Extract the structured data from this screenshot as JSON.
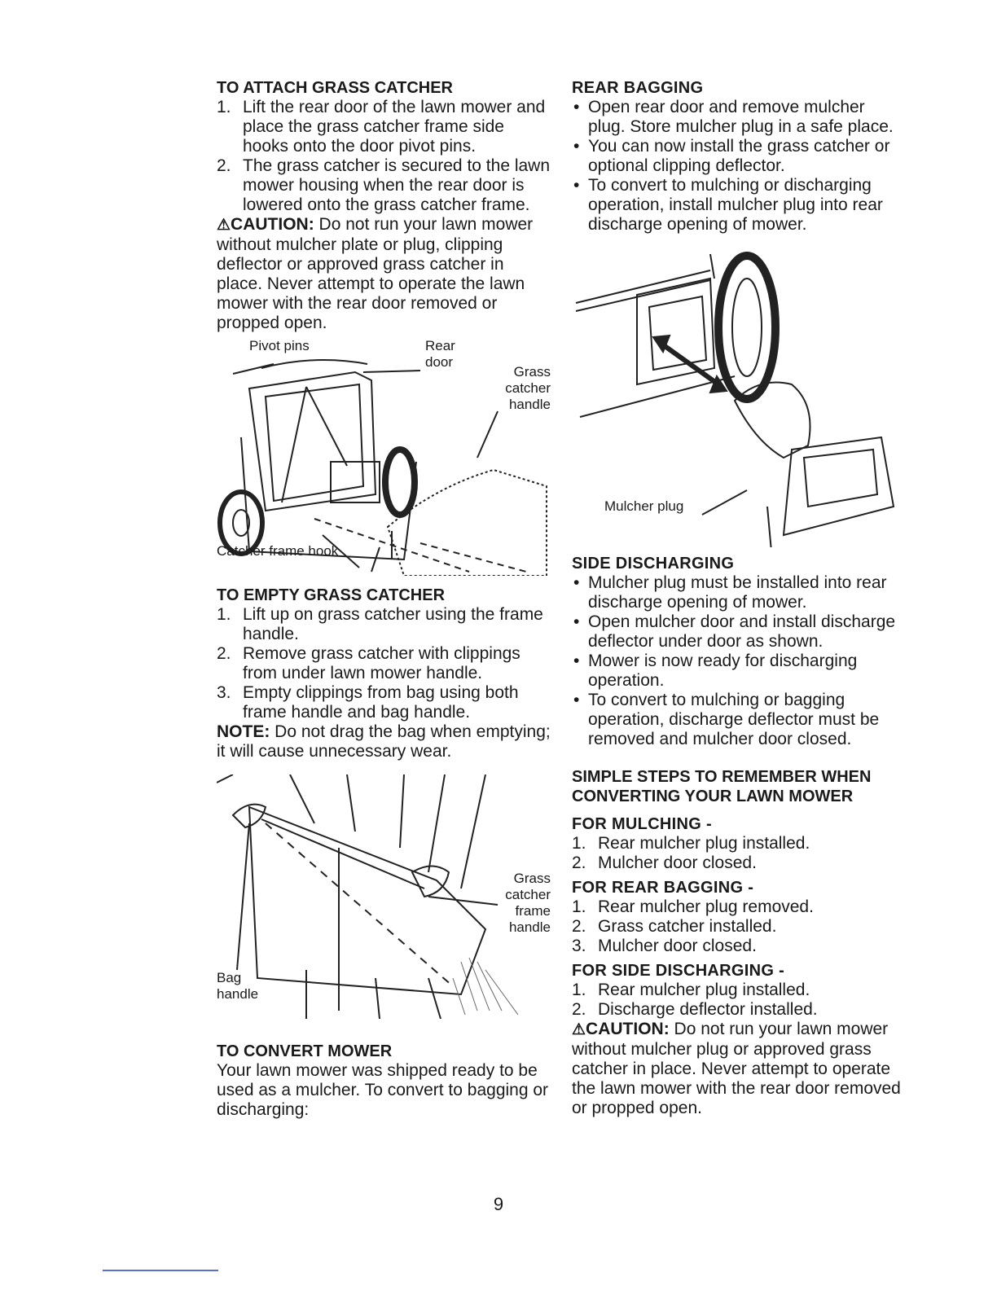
{
  "attach": {
    "heading": "TO ATTACH GRASS CATCHER",
    "steps": [
      {
        "num": "1.",
        "text": "Lift the rear door of the lawn mower and place the grass catcher frame side hooks onto the door pivot pins."
      },
      {
        "num": "2.",
        "text": "The grass catcher is secured to the lawn mower housing when the rear door is lowered onto the grass catcher frame."
      }
    ],
    "caution_label": "CAUTION:",
    "caution_text": "Do not run your lawn mower without mulcher plate or plug, clipping deflector or approved grass catcher in place. Never attempt to operate the lawn mower with the rear door removed or propped open."
  },
  "figure1": {
    "pivot_pins": "Pivot pins",
    "rear_door": "Rear door",
    "grass_catcher_handle": "Grass catcher handle",
    "catcher_frame_hook": "Catcher frame hook"
  },
  "empty": {
    "heading": "TO EMPTY GRASS CATCHER",
    "steps": [
      {
        "num": "1.",
        "text": "Lift up on grass catcher using the frame handle."
      },
      {
        "num": "2.",
        "text": "Remove grass catcher with clippings from under lawn mower handle."
      },
      {
        "num": "3.",
        "text": "Empty clippings from bag using both frame handle and bag handle."
      }
    ],
    "note_label": "NOTE:",
    "note_text": "Do not drag the bag when emptying; it will cause unnecessary wear."
  },
  "figure2": {
    "frame_handle": "Grass catcher frame handle",
    "bag_handle": "Bag handle"
  },
  "convert": {
    "heading": "TO CONVERT MOWER",
    "text": "Your lawn mower was shipped ready to be used as a mulcher. To convert to bagging or discharging:"
  },
  "rear_bagging": {
    "heading": "REAR BAGGING",
    "bullets": [
      "Open rear door and remove mulcher plug. Store mulcher plug in a safe place.",
      "You can now install the grass catcher or optional clipping deflector.",
      "To convert to mulching or discharging operation, install mulcher plug into rear discharge opening of mower."
    ]
  },
  "figure3": {
    "mulcher_plug": "Mulcher plug"
  },
  "side_discharging": {
    "heading": "SIDE DISCHARGING",
    "bullets": [
      "Mulcher plug must be installed into rear discharge opening of mower.",
      "Open mulcher door and install discharge deflector under door as shown.",
      "Mower is now ready for discharging operation.",
      "To convert to mulching or bagging operation, discharge deflector must be removed and mulcher door closed."
    ]
  },
  "simple_steps": {
    "heading": "SIMPLE STEPS TO REMEMBER WHEN CONVERTING YOUR LAWN MOWER",
    "mulching_label": "FOR MULCHING -",
    "mulching": [
      {
        "num": "1.",
        "text": "Rear mulcher plug installed."
      },
      {
        "num": "2.",
        "text": "Mulcher door closed."
      }
    ],
    "bagging_label": "FOR REAR BAGGING -",
    "bagging": [
      {
        "num": "1.",
        "text": "Rear mulcher plug removed."
      },
      {
        "num": "2.",
        "text": "Grass catcher installed."
      },
      {
        "num": "3.",
        "text": "Mulcher door closed."
      }
    ],
    "side_label": "FOR SIDE DISCHARGING -",
    "side": [
      {
        "num": "1.",
        "text": "Rear mulcher plug installed."
      },
      {
        "num": "2.",
        "text": "Discharge deflector installed."
      }
    ],
    "caution_label": "CAUTION:",
    "caution_text": "Do not run your lawn mower without mulcher plug or approved grass catcher in place. Never attempt to operate the lawn mower with the rear door removed or propped open."
  },
  "page_number": "9",
  "icons": {
    "caution": "warning-triangle-icon"
  }
}
